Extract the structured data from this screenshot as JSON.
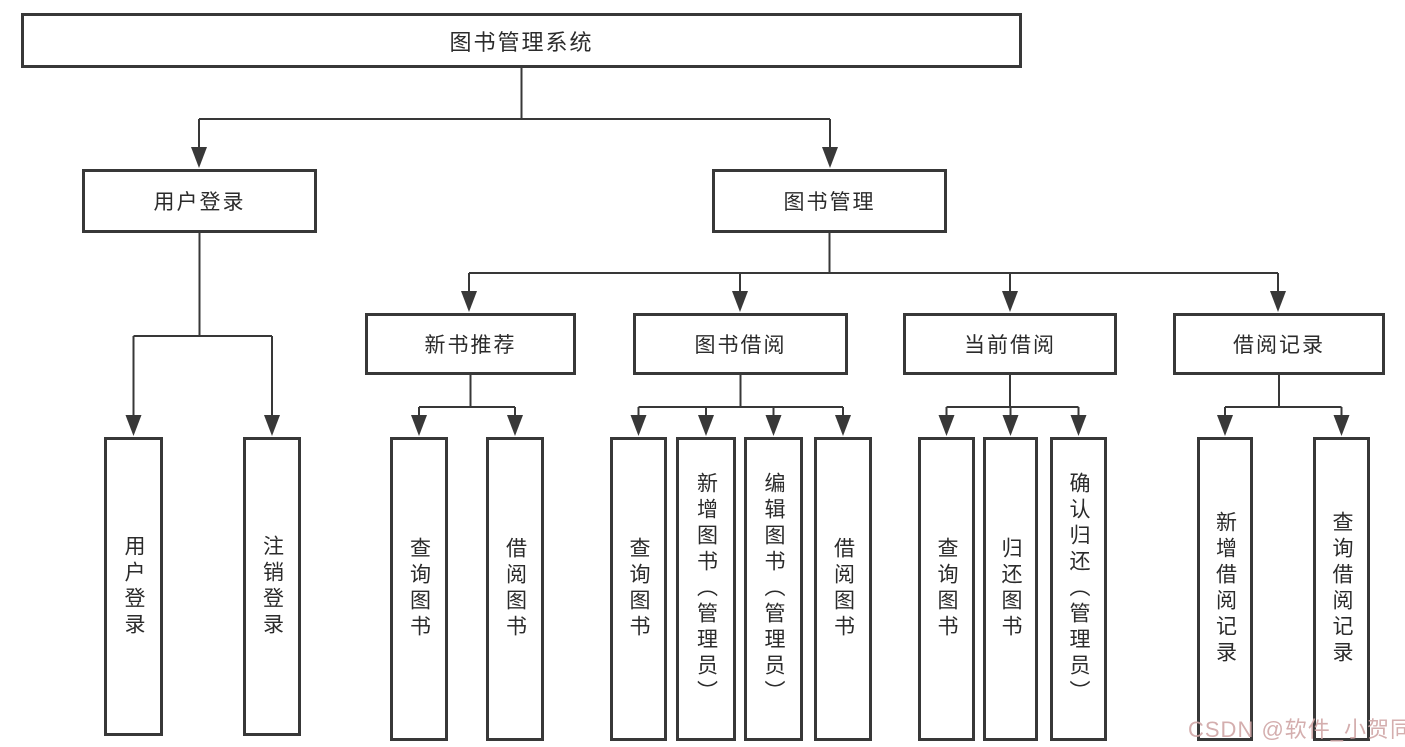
{
  "colors": {
    "line": "#383838",
    "box_border": "#383838",
    "text": "#2b2b2b",
    "background": "#ffffff",
    "watermark_color": "#d0a6a6"
  },
  "watermark": {
    "text": "CSDN @软件_小贺同学"
  },
  "nodes": {
    "root": {
      "label": "图书管理系统"
    },
    "user_login": {
      "label": "用户登录",
      "children": [
        {
          "label": "用户登录"
        },
        {
          "label": "注销登录"
        }
      ]
    },
    "book_mgmt": {
      "label": "图书管理"
    },
    "new_book": {
      "label": "新书推荐",
      "children": [
        {
          "label": "查询图书"
        },
        {
          "label": "借阅图书"
        }
      ]
    },
    "book_borrow": {
      "label": "图书借阅",
      "children": [
        {
          "label": "查询图书"
        },
        {
          "label": "新增图书（管理员）"
        },
        {
          "label": "编辑图书（管理员）"
        },
        {
          "label": "借阅图书"
        }
      ]
    },
    "current_borrow": {
      "label": "当前借阅",
      "children": [
        {
          "label": "查询图书"
        },
        {
          "label": "归还图书"
        },
        {
          "label": "确认归还（管理员）"
        }
      ]
    },
    "borrow_records": {
      "label": "借阅记录",
      "children": [
        {
          "label": "新增借阅记录"
        },
        {
          "label": "查询借阅记录"
        }
      ]
    }
  }
}
